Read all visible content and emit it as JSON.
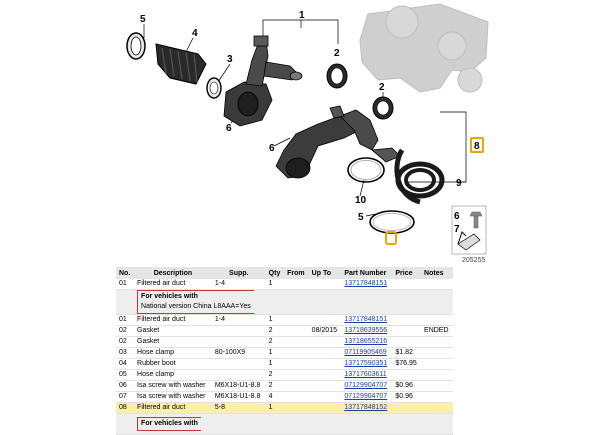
{
  "diagram": {
    "callouts": [
      "1",
      "2",
      "2",
      "3",
      "4",
      "5",
      "5",
      "6",
      "6",
      "7",
      "8",
      "9",
      "10"
    ],
    "doc_number": "205255"
  },
  "table": {
    "headers": [
      "No.",
      "Description",
      "Supp.",
      "Qty",
      "From",
      "Up To",
      "Part Number",
      "Price",
      "Notes"
    ],
    "rows": [
      {
        "no": "01",
        "desc": "Filtered air duct",
        "supp": "1-4",
        "qty": "1",
        "from": "",
        "upto": "",
        "part": "13717848151",
        "price": "",
        "notes": ""
      },
      {
        "type": "note",
        "line1": "For vehicles with",
        "line2": "National version China",
        "value": "L8AAA=Yes"
      },
      {
        "no": "01",
        "desc": "Filtered air duct",
        "supp": "1-4",
        "qty": "1",
        "from": "",
        "upto": "",
        "part": "13717848151",
        "price": "",
        "notes": ""
      },
      {
        "no": "02",
        "desc": "Gasket",
        "supp": "",
        "qty": "2",
        "from": "",
        "upto": "08/2015",
        "part": "13718639556",
        "price": "",
        "notes": "ENDED"
      },
      {
        "no": "02",
        "desc": "Gasket",
        "supp": "",
        "qty": "2",
        "from": "",
        "upto": "",
        "part": "13718655216",
        "price": "",
        "notes": ""
      },
      {
        "no": "03",
        "desc": "Hose clamp",
        "supp": "80-100X9",
        "qty": "1",
        "from": "",
        "upto": "",
        "part": "07119905469",
        "price": "$1.82",
        "notes": ""
      },
      {
        "no": "04",
        "desc": "Rubber boot",
        "supp": "",
        "qty": "1",
        "from": "",
        "upto": "",
        "part": "13717590351",
        "price": "$76.95",
        "notes": ""
      },
      {
        "no": "05",
        "desc": "Hose clamp",
        "supp": "",
        "qty": "2",
        "from": "",
        "upto": "",
        "part": "13717603611",
        "price": "",
        "notes": ""
      },
      {
        "no": "06",
        "desc": "Isa screw with washer",
        "supp": "M6X18-U1-8.8",
        "qty": "2",
        "from": "",
        "upto": "",
        "part": "07129904707",
        "price": "$0.96",
        "notes": ""
      },
      {
        "no": "07",
        "desc": "Isa screw with washer",
        "supp": "M6X18-U1-8.8",
        "qty": "4",
        "from": "",
        "upto": "",
        "part": "07129904707",
        "price": "$0.96",
        "notes": ""
      },
      {
        "no": "08",
        "desc": "Filtered air duct",
        "supp": "5-8",
        "qty": "1",
        "from": "",
        "upto": "",
        "part": "13717848152",
        "price": "",
        "notes": "",
        "highlight": true
      },
      {
        "type": "note",
        "line1": "For vehicles with",
        "line2": "",
        "value": ""
      }
    ]
  },
  "colors": {
    "highlight": "#fbeea6",
    "link": "#1a3db0",
    "accent": "#e8a800",
    "note_border": "#cc3333"
  }
}
